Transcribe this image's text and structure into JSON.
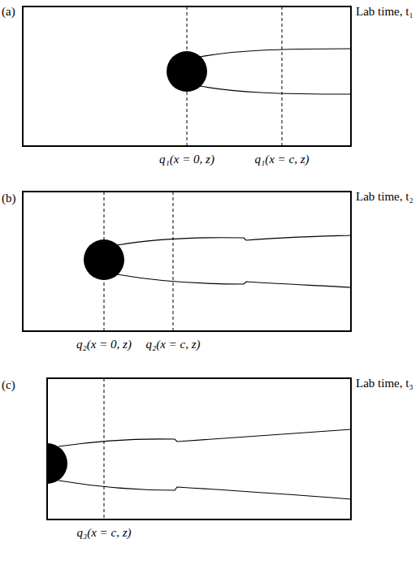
{
  "diagram": {
    "labels": [
      "(a)",
      "Lab time, t₁",
      "q₁(x = 0, z)",
      "q₁(x = c, z)",
      "(b)",
      "Lab time, t₂",
      "q₂(x = 0, z)",
      "q₂(x = c, z)",
      "(c)",
      "Lab time, t₃",
      "q₃(x = c, z)"
    ]
  }
}
